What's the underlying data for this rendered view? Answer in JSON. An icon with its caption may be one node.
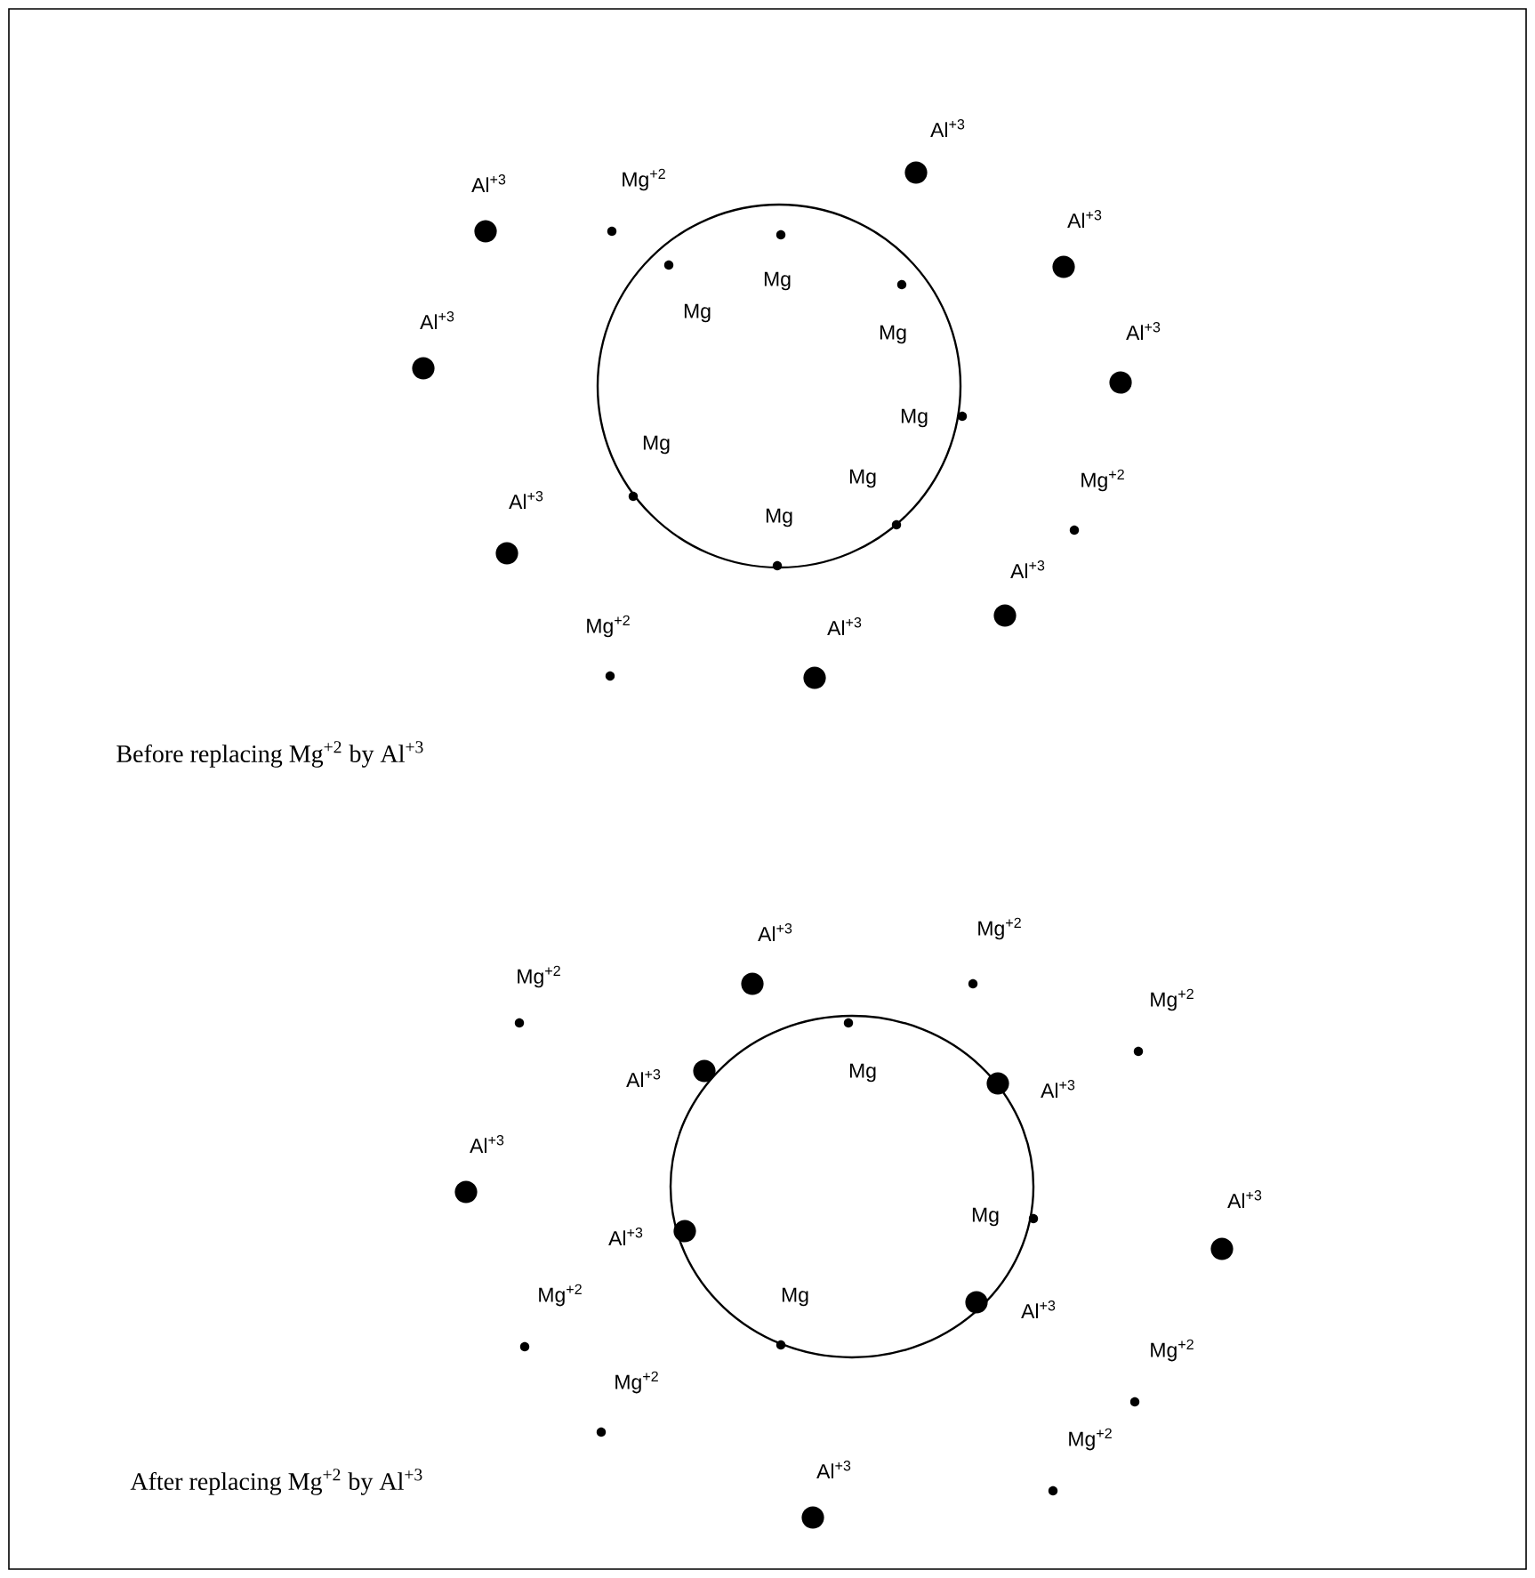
{
  "diagram": {
    "labels": [
      "Al$^{+3}$",
      "Mg$^{+2}$",
      "Al$^{+3}$",
      "Al$^{+3}$",
      "Mg",
      "Mg",
      "Al$^{+3}$",
      "Mg",
      "Al$^{+3}$",
      "Mg",
      "Mg",
      "Mg",
      "Mg",
      "Mg$^{+2}$",
      "Al$^{+3}$",
      "Al$^{+3}$",
      "Mg$^{+2}$",
      "Al$^{+3}$",
      "Before replacing Mg$^{+2}$ by Al$^{+3}$",
      "Al$^{+3}$",
      "Mg$^{+2}$",
      "Mg$^{+2}$",
      "Mg$^{+2}$",
      "Mg",
      "Al$^{+3}$",
      "Al$^{+3}$",
      "Al$^{+3}$",
      "Al$^{+3}$",
      "Mg",
      "Al$^{+3}$",
      "Mg$^{+2}$",
      "Mg",
      "Al$^{+3}$",
      "Mg$^{+2}$",
      "Mg$^{+2}$",
      "Mg$^{+2}$",
      "Al$^{+3}$",
      "After replacing Mg$^{+2}$ by Al$^{+3}$"
    ]
  }
}
